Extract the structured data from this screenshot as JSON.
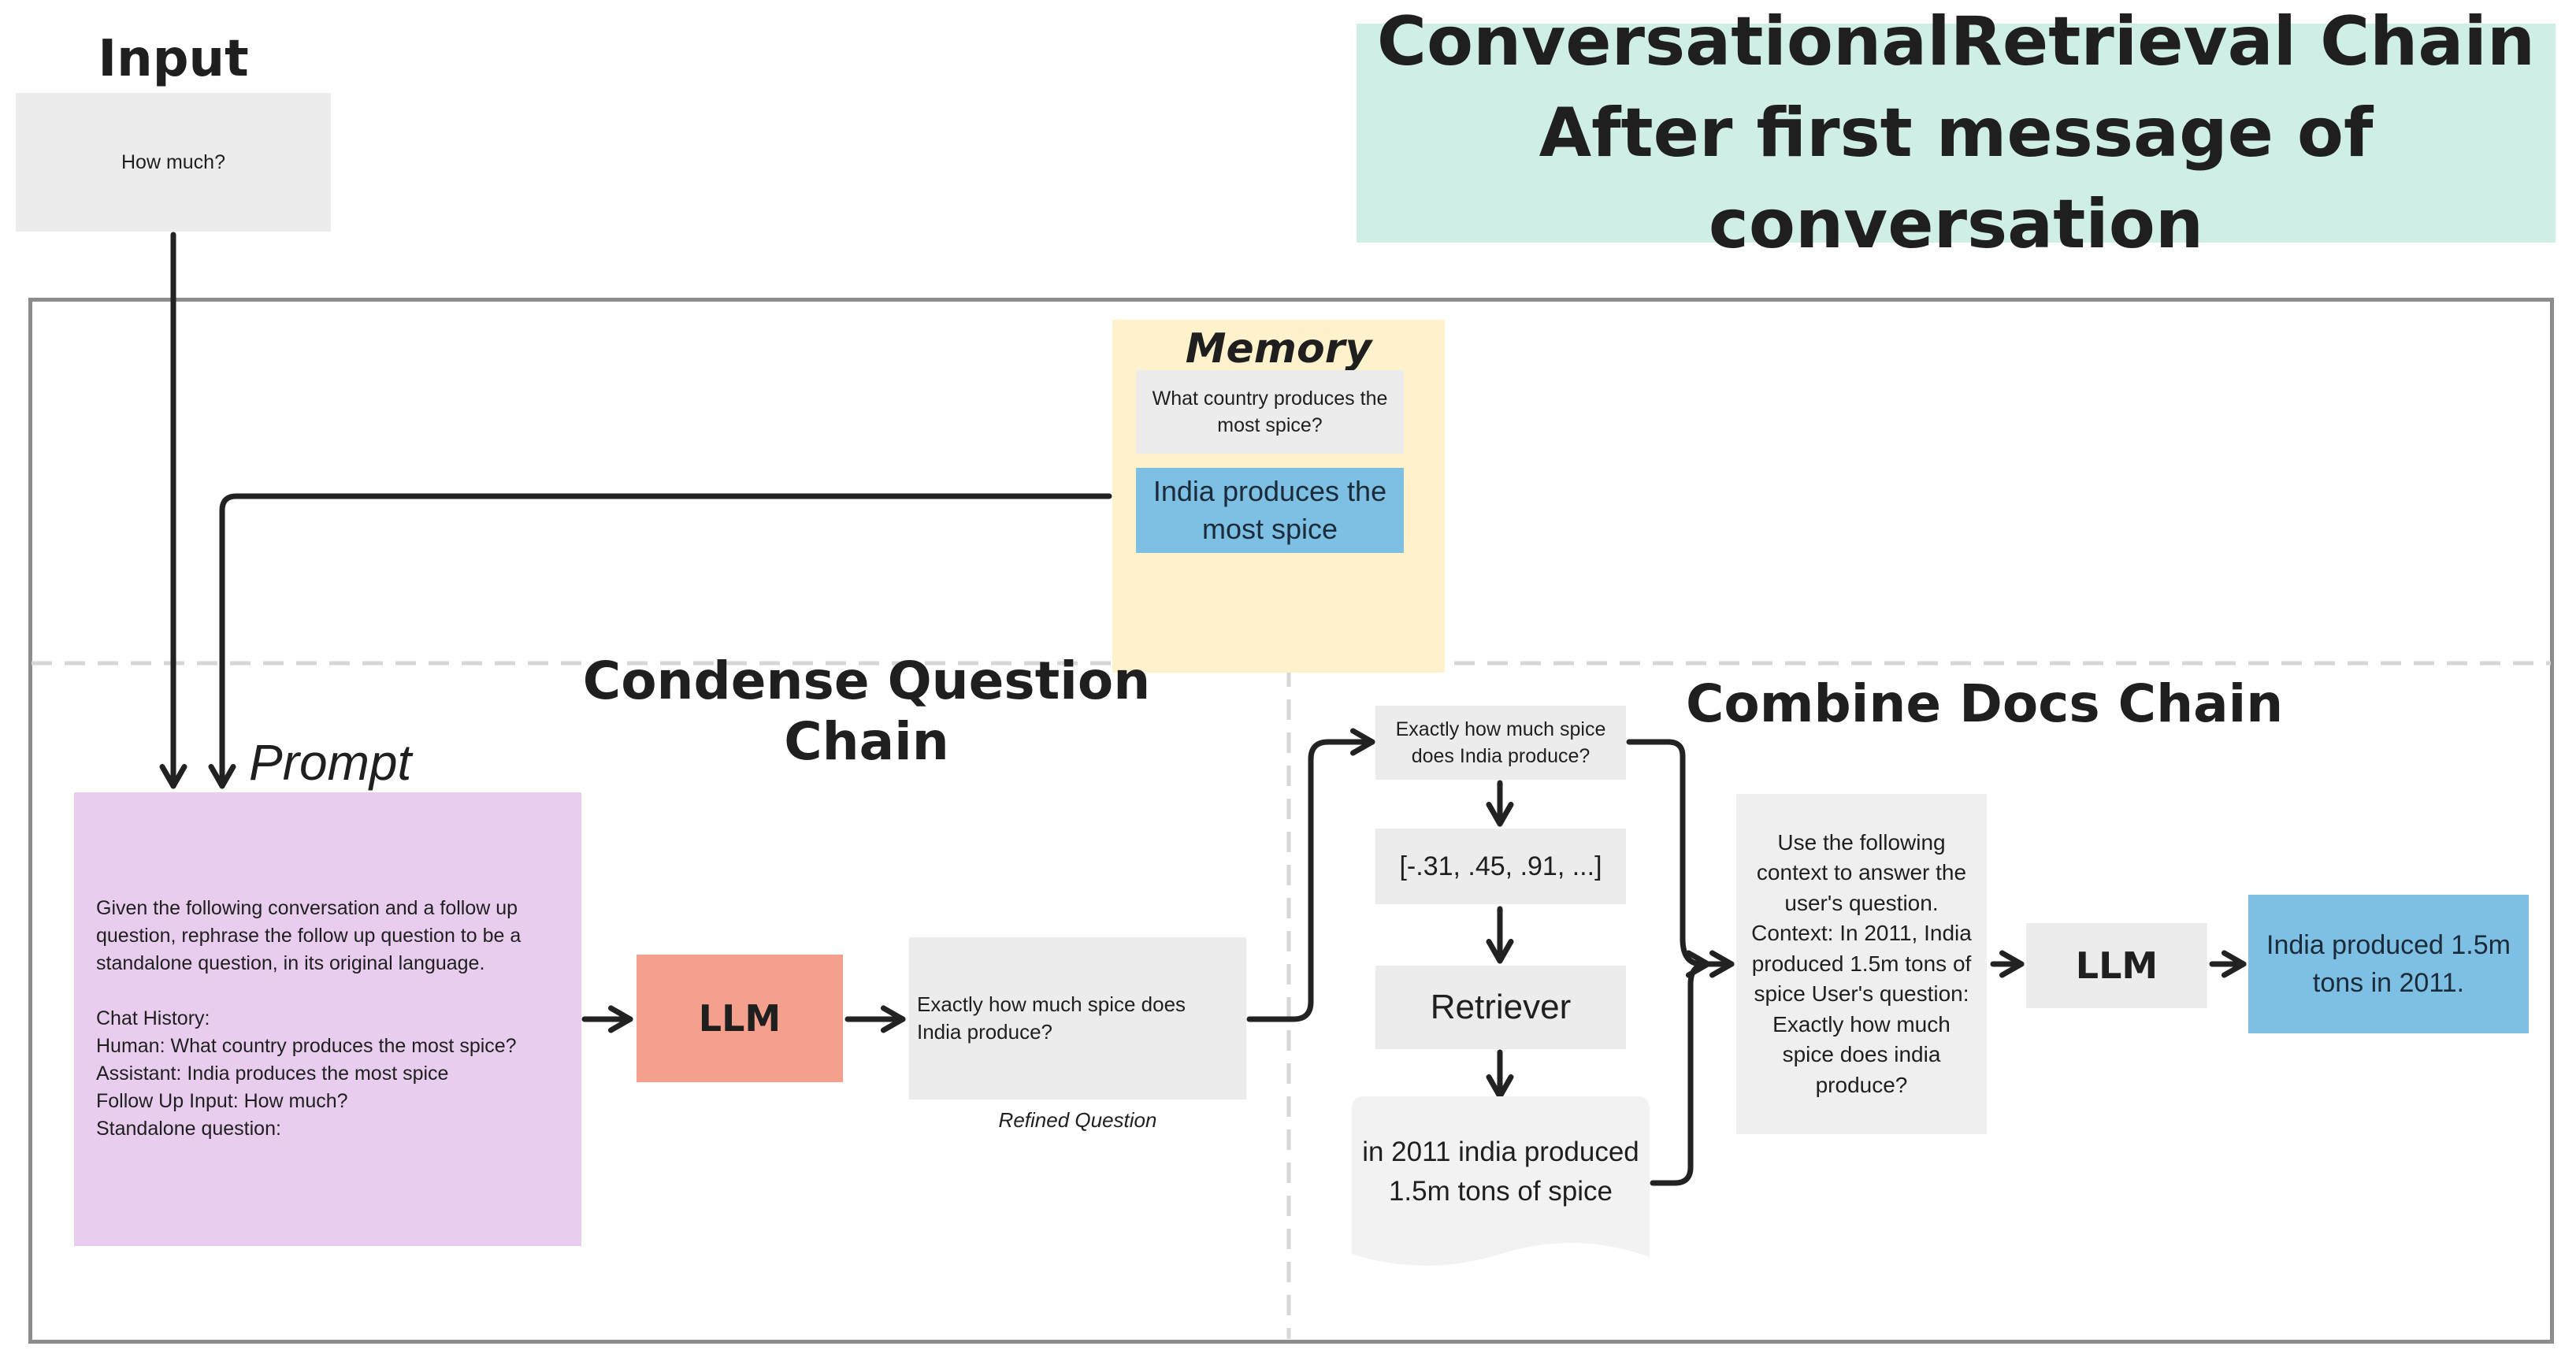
{
  "input": {
    "label": "Input",
    "value": "How much?"
  },
  "title": {
    "line1": "ConversationalRetrieval Chain",
    "line2": "After first message of conversation"
  },
  "memory": {
    "label": "Memory",
    "question": "What country produces the most spice?",
    "answer": "India produces the most spice"
  },
  "condense_chain": {
    "title": "Condense Question Chain",
    "prompt_label": "Prompt",
    "prompt_lines": [
      "Given the following conversation and a follow up",
      "question, rephrase the follow up question to be a",
      "standalone question, in its original language.",
      "",
      "Chat History:",
      "Human: What country produces the most spice?",
      "Assistant: India produces the most spice",
      "Follow Up Input: How much?",
      "Standalone question:"
    ],
    "llm_label": "LLM",
    "refined_question": "Exactly how much spice does India produce?",
    "refined_caption": "Refined Question"
  },
  "combine_chain": {
    "title": "Combine Docs Chain",
    "query": "Exactly how much spice does India produce?",
    "embedding": "[-.31, .45, .91, ...]",
    "retriever_label": "Retriever",
    "document": "in 2011 india produced 1.5m tons of spice",
    "context_prompt": "Use the following context to answer the user's question. Context: In 2011, India produced 1.5m tons of spice User's question: Exactly how much spice does india produce?",
    "llm_label": "LLM",
    "answer": "India produced 1.5m tons in 2011."
  },
  "colors": {
    "title_bg": "#cfeee5",
    "memory_bg": "#fdf2cc",
    "memory_answer_bg": "#7ebfe4",
    "prompt_bg": "#e8cdef",
    "llm_condense_bg": "#f4a08c",
    "gray_box_bg": "#ececec",
    "answer_bg": "#7ebfe4",
    "frame": "#8c8c8c",
    "arrow": "#222222"
  }
}
